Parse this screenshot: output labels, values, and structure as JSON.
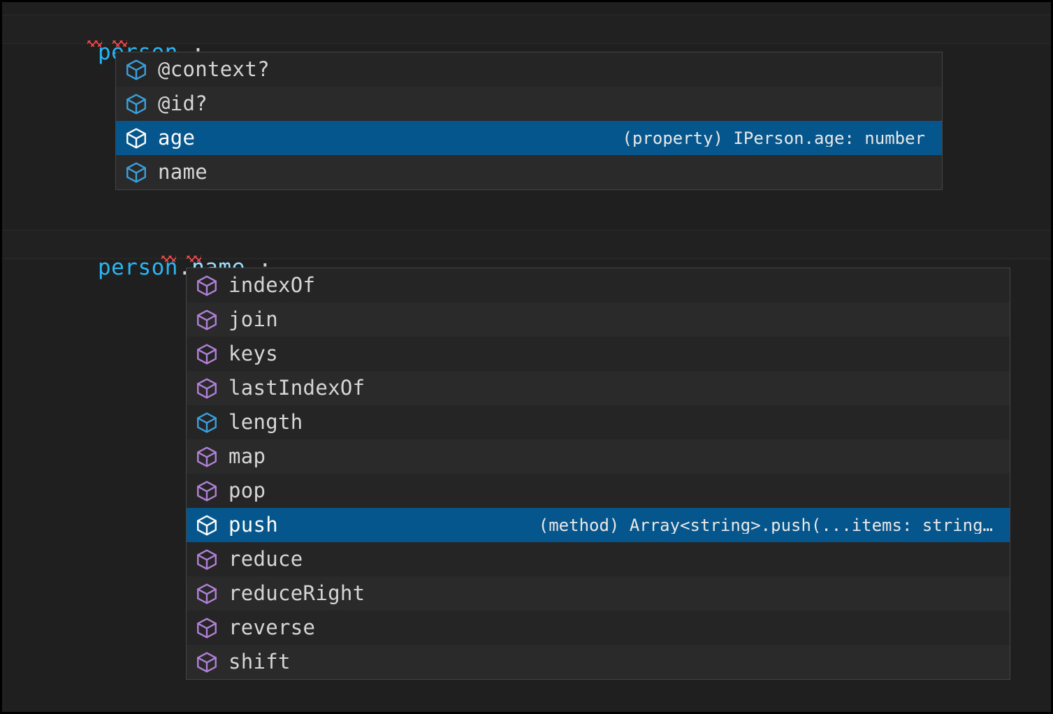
{
  "theme": {
    "editor_background": "#1f1f1f",
    "active_line_background": "#212121",
    "suggest_background": "#252526",
    "suggest_border": "#454545",
    "selected_row_background": "#04568c",
    "property_icon_color": "#3aa0dd",
    "method_icon_color": "#b180d7",
    "selected_icon_color": "#ffffff",
    "variable_text_color": "#29b6f6",
    "property_text_color": "#9cdcfe",
    "punctuation_color": "#d4d4d4",
    "error_squiggle_color": "#f44747",
    "label_color": "#d6d6d6",
    "detail_color": "#e8e8e8"
  },
  "editor": {
    "lines": [
      {
        "id": "line-1",
        "tokens": [
          {
            "text": "person",
            "kind": "variable"
          },
          {
            "text": ".",
            "kind": "punctuation"
          },
          {
            "text": ";",
            "kind": "punctuation"
          }
        ],
        "plain": "person.;",
        "has_error": true
      },
      {
        "id": "line-2",
        "tokens": [
          {
            "text": "person",
            "kind": "variable"
          },
          {
            "text": ".",
            "kind": "punctuation"
          },
          {
            "text": "name",
            "kind": "property"
          },
          {
            "text": ".",
            "kind": "punctuation"
          },
          {
            "text": ";",
            "kind": "punctuation"
          }
        ],
        "plain": "person.name.;",
        "has_error": true
      }
    ]
  },
  "suggest_widgets": [
    {
      "id": "suggest-person",
      "for_line": "person.",
      "selected_index": 2,
      "items": [
        {
          "label": "@context?",
          "icon": "property-cube-icon",
          "icon_kind": "property",
          "detail": ""
        },
        {
          "label": "@id?",
          "icon": "property-cube-icon",
          "icon_kind": "property",
          "detail": ""
        },
        {
          "label": "age",
          "icon": "property-cube-icon",
          "icon_kind": "property",
          "detail": "(property) IPerson.age: number"
        },
        {
          "label": "name",
          "icon": "property-cube-icon",
          "icon_kind": "property",
          "detail": ""
        }
      ]
    },
    {
      "id": "suggest-person-name",
      "for_line": "person.name.",
      "selected_index": 7,
      "items": [
        {
          "label": "indexOf",
          "icon": "method-cube-icon",
          "icon_kind": "method",
          "detail": ""
        },
        {
          "label": "join",
          "icon": "method-cube-icon",
          "icon_kind": "method",
          "detail": ""
        },
        {
          "label": "keys",
          "icon": "method-cube-icon",
          "icon_kind": "method",
          "detail": ""
        },
        {
          "label": "lastIndexOf",
          "icon": "method-cube-icon",
          "icon_kind": "method",
          "detail": ""
        },
        {
          "label": "length",
          "icon": "property-cube-icon",
          "icon_kind": "property",
          "detail": ""
        },
        {
          "label": "map",
          "icon": "method-cube-icon",
          "icon_kind": "method",
          "detail": ""
        },
        {
          "label": "pop",
          "icon": "method-cube-icon",
          "icon_kind": "method",
          "detail": ""
        },
        {
          "label": "push",
          "icon": "method-cube-icon",
          "icon_kind": "method",
          "detail": "(method) Array<string>.push(...items: string…"
        },
        {
          "label": "reduce",
          "icon": "method-cube-icon",
          "icon_kind": "method",
          "detail": ""
        },
        {
          "label": "reduceRight",
          "icon": "method-cube-icon",
          "icon_kind": "method",
          "detail": ""
        },
        {
          "label": "reverse",
          "icon": "method-cube-icon",
          "icon_kind": "method",
          "detail": ""
        },
        {
          "label": "shift",
          "icon": "method-cube-icon",
          "icon_kind": "method",
          "detail": ""
        }
      ]
    }
  ]
}
